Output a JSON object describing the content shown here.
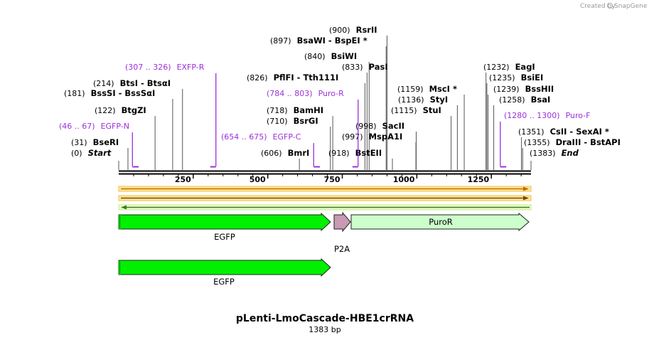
{
  "credit": {
    "text": "Created by",
    "brand": "SnapGene"
  },
  "title": "pLenti-LmoCascade-HBE1crRNA",
  "length_label": "1383 bp",
  "sequence": {
    "start": 0,
    "end": 1383
  },
  "ruler": {
    "ticks": [
      250,
      500,
      750,
      1000,
      1250
    ]
  },
  "site_labels": [
    {
      "pos": "(0)",
      "name": "Start",
      "italic": true,
      "site": 0
    },
    {
      "pos": "(31)",
      "name": "BseRI",
      "site": 31
    },
    {
      "pos": "(122)",
      "name": "BtgZI",
      "site": 122
    },
    {
      "pos": "(181)",
      "name": "BssSI  -  BssSαI",
      "site": 181
    },
    {
      "pos": "(214)",
      "name": "BtsI  -  BtsαI",
      "site": 214
    },
    {
      "pos": "(606)",
      "name": "BmrI",
      "site": 606
    },
    {
      "pos": "(710)",
      "name": "BsrGI",
      "site": 710
    },
    {
      "pos": "(718)",
      "name": "BamHI",
      "site": 718
    },
    {
      "pos": "(826)",
      "name": "PflFI  -  Tth111I",
      "site": 826
    },
    {
      "pos": "(833)",
      "name": "PasI",
      "site": 833
    },
    {
      "pos": "(840)",
      "name": "BsiWI",
      "site": 840
    },
    {
      "pos": "(897)",
      "name": "BsaWI  -  BspEI *",
      "site": 897
    },
    {
      "pos": "(900)",
      "name": "RsrII",
      "site": 900
    },
    {
      "pos": "(918)",
      "name": "BstEII",
      "site": 918
    },
    {
      "pos": "(997)",
      "name": "MspA1I",
      "site": 997
    },
    {
      "pos": "(998)",
      "name": "SacII",
      "site": 998
    },
    {
      "pos": "(1115)",
      "name": "StuI",
      "site": 1115
    },
    {
      "pos": "(1136)",
      "name": "StyI",
      "site": 1136
    },
    {
      "pos": "(1159)",
      "name": "MscI *",
      "site": 1159
    },
    {
      "pos": "(1232)",
      "name": "EagI",
      "site": 1232
    },
    {
      "pos": "(1235)",
      "name": "BsiEI",
      "site": 1235
    },
    {
      "pos": "(1239)",
      "name": "BssHII",
      "site": 1239
    },
    {
      "pos": "(1258)",
      "name": "BsaI",
      "site": 1258
    },
    {
      "pos": "(1351)",
      "name": "CsII  -  SexAI *",
      "site": 1351
    },
    {
      "pos": "(1355)",
      "name": "DraIII  -  BstAPI",
      "site": 1355
    },
    {
      "pos": "(1383)",
      "name": "End",
      "italic": true,
      "site": 1383
    }
  ],
  "primers": [
    {
      "range": "(46 .. 67)",
      "name": "EGFP-N",
      "start": 46,
      "end": 67,
      "dir": "fwd"
    },
    {
      "range": "(307 .. 326)",
      "name": "EXFP-R",
      "start": 307,
      "end": 326,
      "dir": "rev"
    },
    {
      "range": "(654 .. 675)",
      "name": "EGFP-C",
      "start": 654,
      "end": 675,
      "dir": "fwd"
    },
    {
      "range": "(784 .. 803)",
      "name": "Puro-R",
      "start": 784,
      "end": 803,
      "dir": "rev"
    },
    {
      "range": "(1280 .. 1300)",
      "name": "Puro-F",
      "start": 1280,
      "end": 1300,
      "dir": "fwd"
    }
  ],
  "orf_tracks": [
    {
      "direction": "forward",
      "color": "#c46a00"
    },
    {
      "direction": "forward",
      "color": "#7a4a00"
    },
    {
      "direction": "reverse",
      "color": "#3e7a1a"
    }
  ],
  "features": [
    {
      "name": "EGFP",
      "start": 0,
      "end": 717,
      "color": "#00f000",
      "row": 1
    },
    {
      "name": "P2A",
      "start": 723,
      "end": 780,
      "color": "#c99ab3",
      "row": 1
    },
    {
      "name": "PuroR",
      "start": 783,
      "end": 1383,
      "color": "#ccffcc",
      "row": 1
    },
    {
      "name": "EGFP",
      "start": 0,
      "end": 717,
      "color": "#00f000",
      "row": 2
    }
  ]
}
